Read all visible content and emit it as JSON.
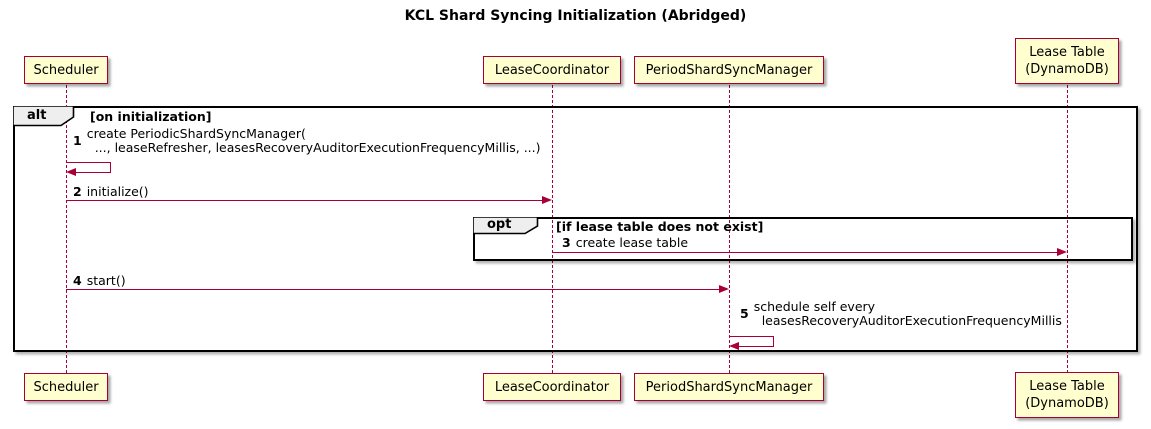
{
  "title": "KCL Shard Syncing Initialization (Abridged)",
  "colors": {
    "participant_fill": "#FEFECE",
    "participant_border": "#A80036",
    "arrow": "#A80036",
    "lifeline": "#A80036",
    "frame_border": "#000000",
    "frame_label_fill": "#EEEEEE"
  },
  "participants": [
    {
      "lines": [
        "Scheduler"
      ]
    },
    {
      "lines": [
        "LeaseCoordinator"
      ]
    },
    {
      "lines": [
        "PeriodShardSyncManager"
      ]
    },
    {
      "lines": [
        "Lease Table",
        "(DynamoDB)"
      ]
    }
  ],
  "frames": {
    "alt": {
      "operator": "alt",
      "guard": "[on initialization]"
    },
    "opt": {
      "operator": "opt",
      "guard": "[if lease table does not exist]"
    }
  },
  "messages": {
    "m1": {
      "num": "1",
      "lines": [
        "create PeriodicShardSyncManager(",
        "..., leaseRefresher, leasesRecoveryAuditorExecutionFrequencyMillis, ...)"
      ]
    },
    "m2": {
      "num": "2",
      "text": "initialize()"
    },
    "m3": {
      "num": "3",
      "text": "create lease table"
    },
    "m4": {
      "num": "4",
      "text": "start()"
    },
    "m5": {
      "num": "5",
      "lines": [
        "schedule self every",
        "leasesRecoveryAuditorExecutionFrequencyMillis"
      ]
    }
  }
}
